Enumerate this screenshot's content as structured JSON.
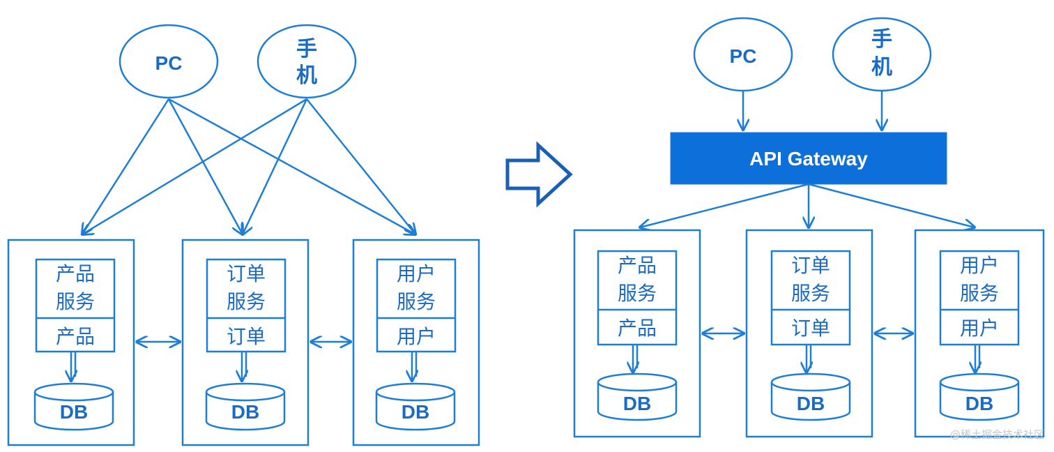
{
  "colors": {
    "stroke": "#1d7ed8",
    "gateway_fill": "#0d6fd9",
    "gateway_text": "#ffffff",
    "text": "#1a6bc4",
    "background": "#ffffff"
  },
  "left_diagram": {
    "clients": {
      "pc": "PC",
      "mobile": [
        "手",
        "机"
      ]
    },
    "services": [
      {
        "service_label": [
          "产品",
          "服务"
        ],
        "data_label": "产品",
        "db_label": "DB"
      },
      {
        "service_label": [
          "订单",
          "服务"
        ],
        "data_label": "订单",
        "db_label": "DB"
      },
      {
        "service_label": [
          "用户",
          "服务"
        ],
        "data_label": "用户",
        "db_label": "DB"
      }
    ]
  },
  "right_diagram": {
    "clients": {
      "pc": "PC",
      "mobile": [
        "手",
        "机"
      ]
    },
    "gateway_label": "API Gateway",
    "services": [
      {
        "service_label": [
          "产品",
          "服务"
        ],
        "data_label": "产品",
        "db_label": "DB"
      },
      {
        "service_label": [
          "订单",
          "服务"
        ],
        "data_label": "订单",
        "db_label": "DB"
      },
      {
        "service_label": [
          "用户",
          "服务"
        ],
        "data_label": "用户",
        "db_label": "DB"
      }
    ]
  },
  "icons": {
    "transition_arrow": "hollow-right-arrow-icon"
  },
  "watermark": "@稀土掘金技术社区"
}
